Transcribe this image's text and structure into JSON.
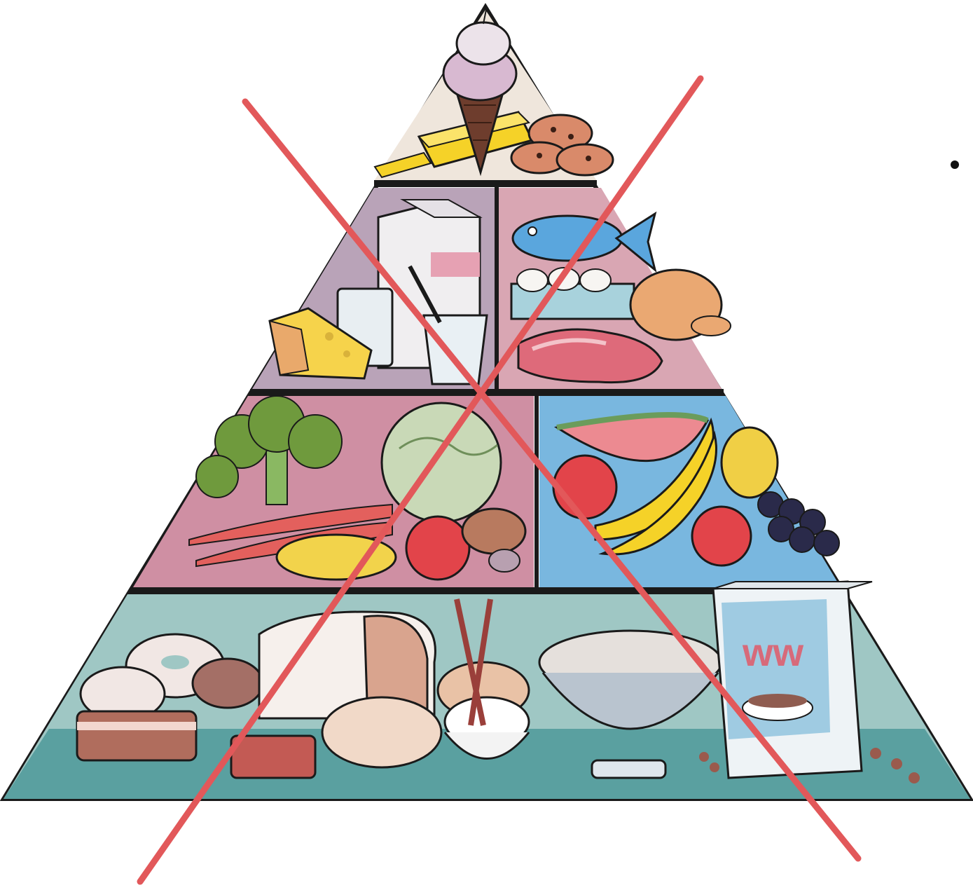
{
  "illustration": {
    "subject": "food-guide-pyramid",
    "crossed_out": true,
    "cross_color": "#e2585a",
    "cereal_box_logo_text": "ww",
    "tiers": [
      {
        "name": "fats-oils-sweets",
        "items": [
          "ice-cream-cone",
          "butter",
          "cookies"
        ]
      },
      {
        "name": "dairy",
        "items": [
          "milk-carton",
          "glass-of-milk",
          "cheese",
          "yogurt-cup"
        ]
      },
      {
        "name": "protein",
        "items": [
          "fish",
          "eggs",
          "chicken",
          "steak"
        ]
      },
      {
        "name": "vegetables",
        "items": [
          "broccoli",
          "carrots",
          "lettuce",
          "tomato",
          "potatoes",
          "squash"
        ]
      },
      {
        "name": "fruits",
        "items": [
          "watermelon",
          "bananas",
          "apples",
          "pear",
          "grapes"
        ]
      },
      {
        "name": "grains",
        "items": [
          "bagels",
          "bread-loaf",
          "rolls",
          "rice-bowl",
          "chopsticks",
          "pasta-colander",
          "cereal-box"
        ]
      }
    ],
    "colors": {
      "outline": "#1a1a1a",
      "top_bg": "#efe6dc",
      "dairy_bg": "#b9a3b8",
      "protein_bg": "#d9a6b3",
      "veg_bg": "#cf8fa3",
      "fruit_bg": "#79b7df",
      "grain_bg": "#9fc7c4",
      "grain_floor": "#5aa0a0"
    }
  }
}
